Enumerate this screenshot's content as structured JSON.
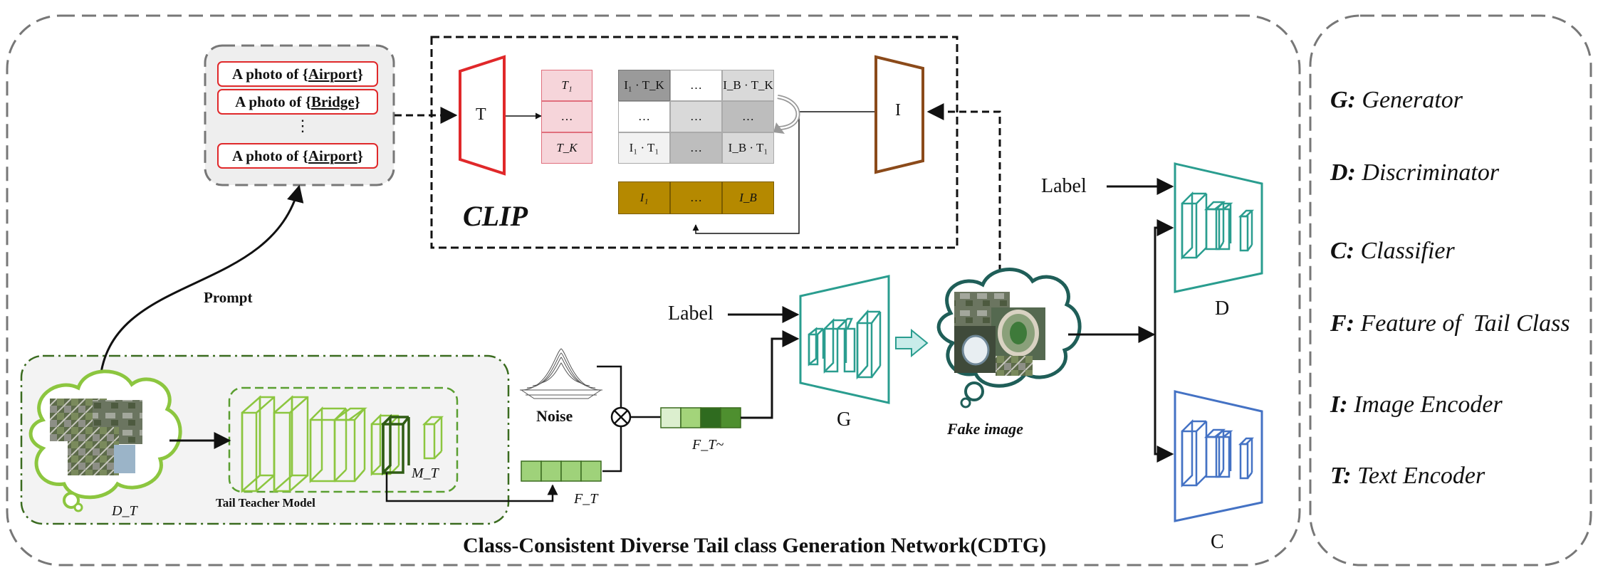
{
  "caption": "Class-Consistent Diverse Tail class Generation Network(CDTG)",
  "prompts": [
    {
      "prefix": "A photo of ",
      "open": "{",
      "cls": "Airport",
      "close": "}"
    },
    {
      "prefix": "A photo of ",
      "open": "{",
      "cls": "Bridge",
      "close": "}"
    },
    {
      "prefix": "A photo of ",
      "open": "{",
      "cls": "Airport",
      "close": "}"
    }
  ],
  "prompt_ellipsis": "⋮",
  "clip": {
    "title": "CLIP",
    "text_encoder": "T",
    "image_encoder": "I",
    "text_feats": [
      "T₁",
      "…",
      "T_K"
    ],
    "matrix": [
      [
        "I₁ · T_K",
        "…",
        "I_B · T_K"
      ],
      [
        "…",
        "…",
        "…"
      ],
      [
        "I₁ · T₁",
        "…",
        "I_B · T₁"
      ]
    ],
    "image_feats": [
      "I₁",
      "…",
      "I_B"
    ]
  },
  "labels": {
    "prompt": "Prompt",
    "noise": "Noise",
    "dt": "D_T",
    "mt": "M_T",
    "tail_teacher": "Tail Teacher Model",
    "ft": "F_T",
    "ft_tilde": "F_T~",
    "label_g": "Label",
    "label_d": "Label",
    "g": "G",
    "d": "D",
    "c": "C",
    "fake_image": "Fake image"
  },
  "legend": [
    {
      "key": "G:",
      "desc": "Generator"
    },
    {
      "key": "D:",
      "desc": "Discriminator"
    },
    {
      "key": "C:",
      "desc": "Classifier"
    },
    {
      "key": "F:",
      "desc": "Feature of  Tail Class"
    },
    {
      "key": "I:",
      "desc": "Image Encoder"
    },
    {
      "key": "T:",
      "desc": "Text Encoder"
    }
  ],
  "colors": {
    "red": "#e0282a",
    "brown": "#8b4a1a",
    "green_light": "#8cc63f",
    "green_dark": "#3a6b1f",
    "teal": "#2a9d8f",
    "blue": "#4472c4",
    "gold": "#b58900",
    "pink": "#f6d5da"
  }
}
